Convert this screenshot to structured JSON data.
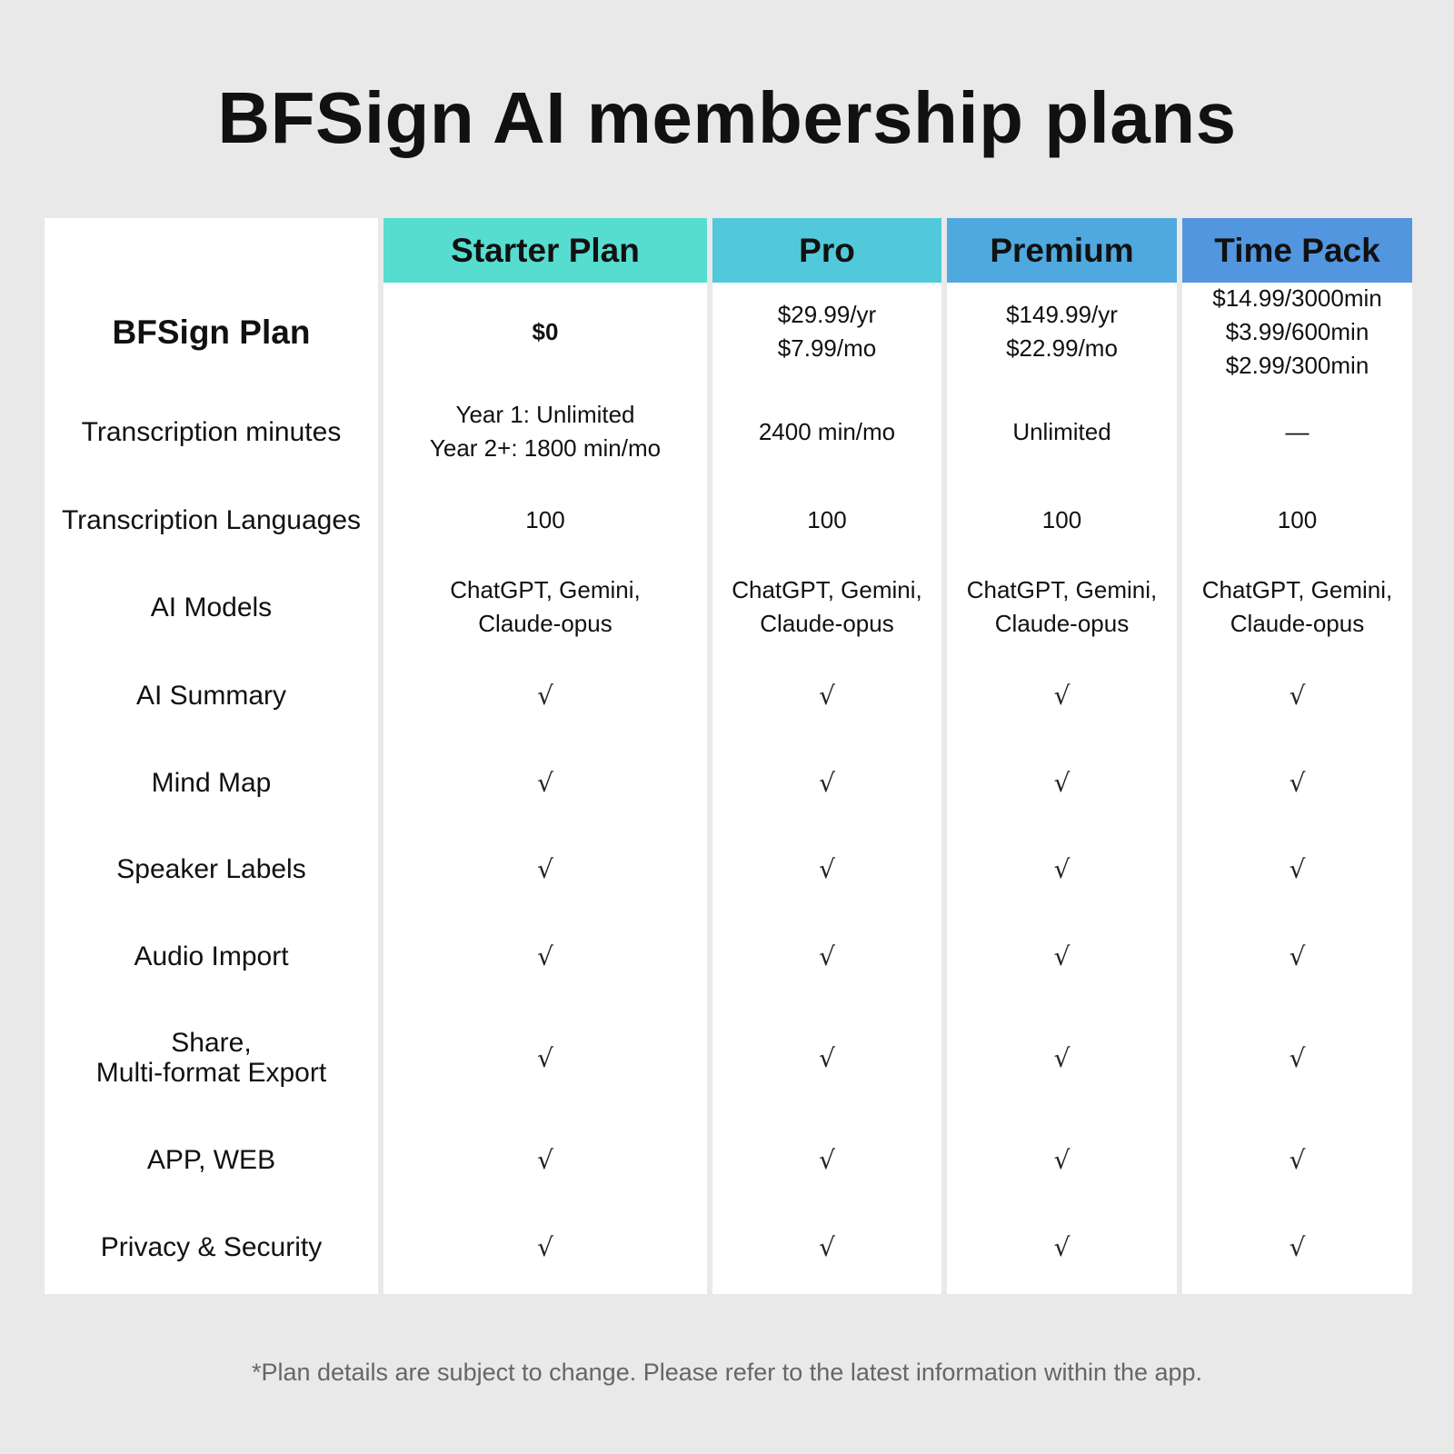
{
  "title": "BFSign AI membership plans",
  "row_labels": [
    "BFSign Plan",
    "Transcription minutes",
    "Transcription Languages",
    "AI Models",
    "AI Summary",
    "Mind Map",
    "Speaker Labels",
    "Audio Import",
    [
      "Share,",
      "Multi-format Export"
    ],
    "APP, WEB",
    "Privacy & Security"
  ],
  "plans": [
    {
      "name": "Starter Plan",
      "header_color": "#56ddd0",
      "price": [
        "$0"
      ],
      "minutes": [
        "Year 1: Unlimited",
        "Year 2+: 1800 min/mo"
      ],
      "languages": "100",
      "models": [
        "ChatGPT, Gemini,",
        "Claude-opus"
      ],
      "features": [
        "√",
        "√",
        "√",
        "√",
        "√",
        "√",
        "√"
      ]
    },
    {
      "name": "Pro",
      "header_color": "#52c9db",
      "price": [
        "$29.99/yr",
        "$7.99/mo"
      ],
      "minutes": [
        "2400 min/mo"
      ],
      "languages": "100",
      "models": [
        "ChatGPT, Gemini,",
        "Claude-opus"
      ],
      "features": [
        "√",
        "√",
        "√",
        "√",
        "√",
        "√",
        "√"
      ]
    },
    {
      "name": "Premium",
      "header_color": "#4fa9df",
      "price": [
        "$149.99/yr",
        "$22.99/mo"
      ],
      "minutes": [
        "Unlimited"
      ],
      "languages": "100",
      "models": [
        "ChatGPT, Gemini,",
        "Claude-opus"
      ],
      "features": [
        "√",
        "√",
        "√",
        "√",
        "√",
        "√",
        "√"
      ]
    },
    {
      "name": "Time Pack",
      "header_color": "#5296df",
      "price": [
        "$14.99/3000min",
        "$3.99/600min",
        "$2.99/300min"
      ],
      "minutes": [
        "—"
      ],
      "languages": "100",
      "models": [
        "ChatGPT, Gemini,",
        "Claude-opus"
      ],
      "features": [
        "√",
        "√",
        "√",
        "√",
        "√",
        "√",
        "√"
      ]
    }
  ],
  "footnote": "*Plan details are subject to change. Please refer to the latest information within the app."
}
